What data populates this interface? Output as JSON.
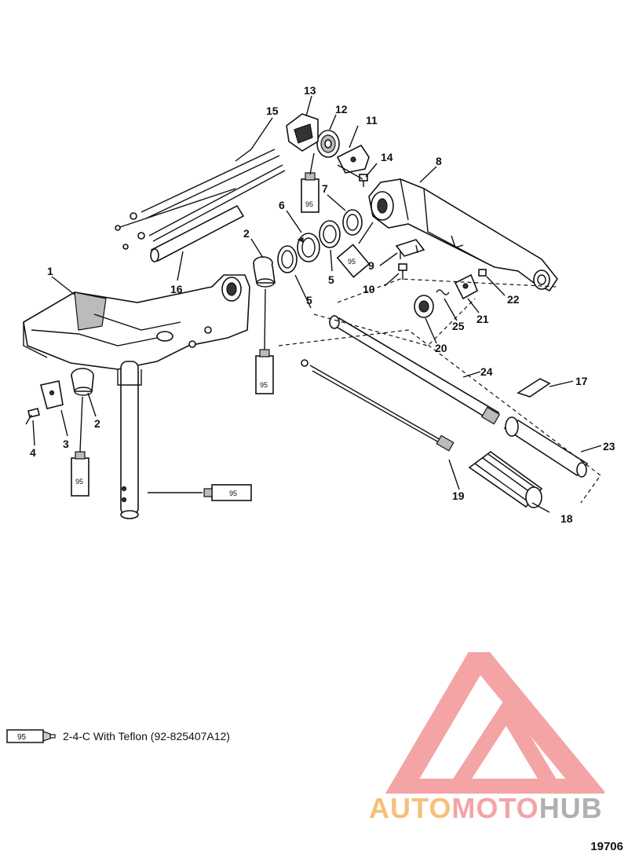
{
  "callouts": {
    "c1": "1",
    "c2a": "2",
    "c2b": "2",
    "c3": "3",
    "c4": "4",
    "c5a": "5",
    "c5b": "5",
    "c6": "6",
    "c7": "7",
    "c8": "8",
    "c9": "9",
    "c10": "10",
    "c11": "11",
    "c12": "12",
    "c13": "13",
    "c14": "14",
    "c15": "15",
    "c16": "16",
    "c17": "17",
    "c18": "18",
    "c19": "19",
    "c20": "20",
    "c21": "21",
    "c22": "22",
    "c23": "23",
    "c24": "24",
    "c25": "25"
  },
  "tube_marks": {
    "t1": "95",
    "t2": "95",
    "t3": "95",
    "t4": "95",
    "t5": "95",
    "t6": "95"
  },
  "legend": {
    "tube_mark": "95",
    "text": "2-4-C  With Teflon (92-825407A12)"
  },
  "figure_number": "19706",
  "watermark": {
    "auto": "AUTO",
    "moto": "MOTO",
    "hub": "HUB",
    "colors": {
      "triangle": "#f4a4a4",
      "auto": "#f6c07a",
      "moto": "#f4a4a4",
      "hub": "#b0b0b0"
    }
  },
  "colors": {
    "line": "#111111",
    "background": "#ffffff"
  }
}
